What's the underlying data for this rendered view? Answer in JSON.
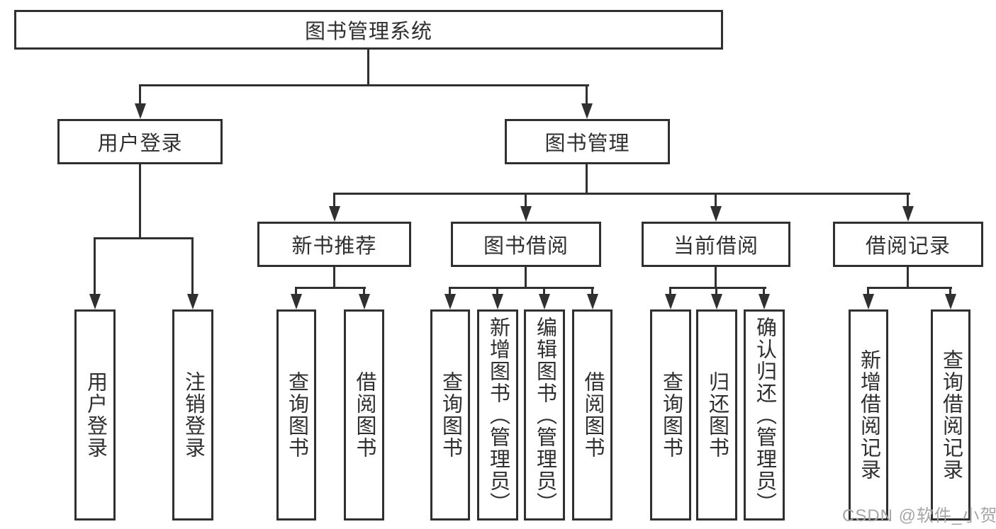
{
  "diagram": {
    "root": {
      "label": "图书管理系统"
    },
    "level2": [
      {
        "label": "用户登录"
      },
      {
        "label": "图书管理"
      }
    ],
    "level3": [
      {
        "label": "新书推荐"
      },
      {
        "label": "图书借阅"
      },
      {
        "label": "当前借阅"
      },
      {
        "label": "借阅记录"
      }
    ],
    "leaves": {
      "user_login": [
        {
          "label": "用户登录"
        },
        {
          "label": "注销登录"
        }
      ],
      "new_book": [
        {
          "label": "查询图书"
        },
        {
          "label": "借阅图书"
        }
      ],
      "book_borrow": [
        {
          "label": "查询图书"
        },
        {
          "label": "新增图书（管理员）"
        },
        {
          "label": "编辑图书（管理员）"
        },
        {
          "label": "借阅图书"
        }
      ],
      "current_borrow": [
        {
          "label": "查询图书"
        },
        {
          "label": "归还图书"
        },
        {
          "label": "确认归还（管理员）"
        }
      ],
      "borrow_record": [
        {
          "label": "新增借阅记录"
        },
        {
          "label": "查询借阅记录"
        }
      ]
    },
    "watermark": "CSDN @软件_小贺同学",
    "colors": {
      "line": "#303030",
      "text": "#2f2f2f",
      "watermark": "#a6a6a6",
      "background": "#ffffff"
    }
  }
}
